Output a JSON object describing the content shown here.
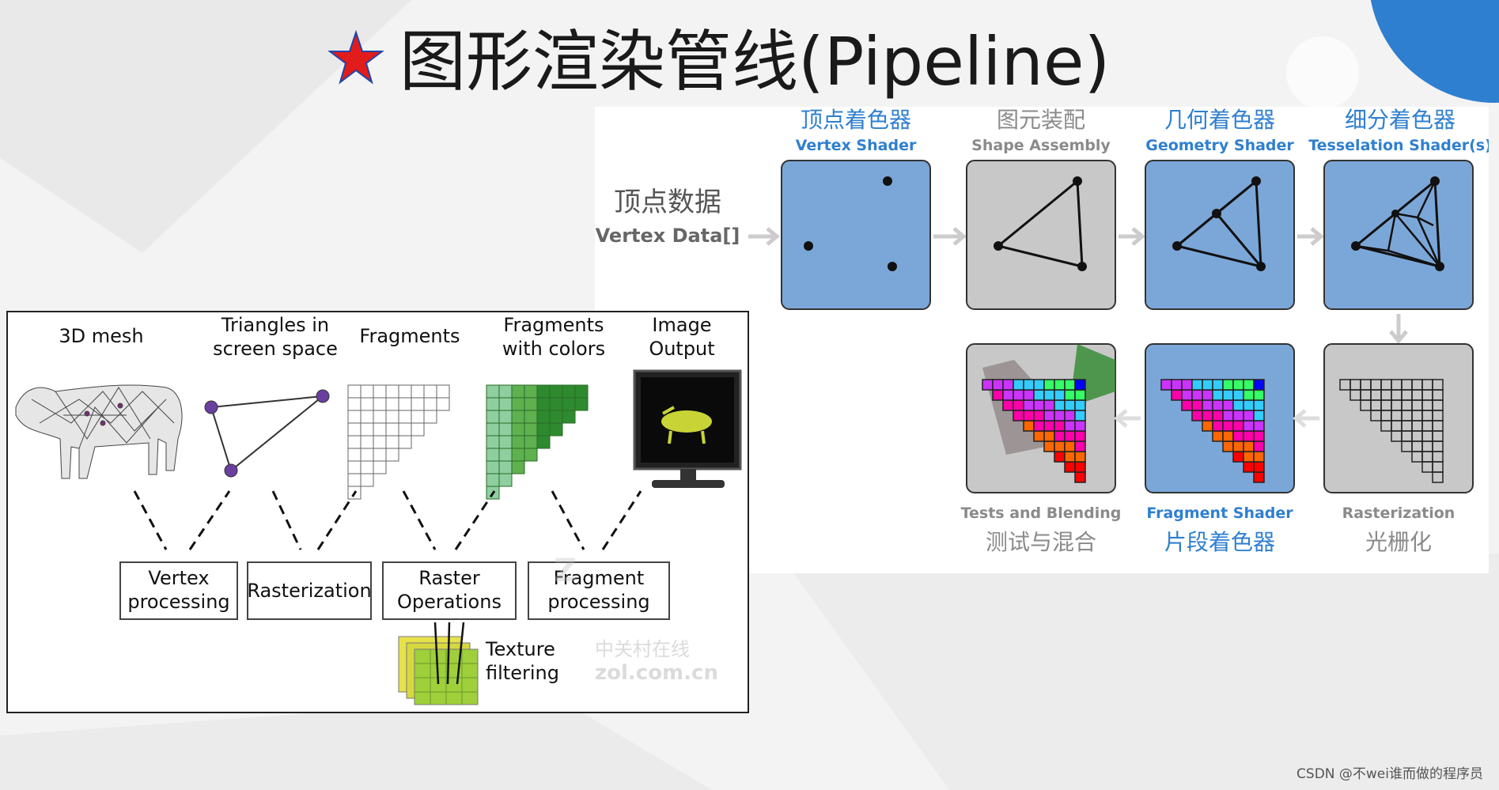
{
  "title": "图形渲染管线(Pipeline)",
  "colors": {
    "accent_star": "#e21b1b",
    "star_outline": "#2244aa",
    "stage_blue": "#7ba7d8",
    "stage_gray": "#c8c8c8",
    "label_blue": "#2f7fd0",
    "label_gray": "#8a8a8a",
    "corner_blue": "#2f7fd0"
  },
  "right": {
    "vertex_data_cn": "顶点数据",
    "vertex_data_en": "Vertex Data[]",
    "stages_top": [
      {
        "cn": "顶点着色器",
        "en": "Vertex Shader"
      },
      {
        "cn": "图元装配",
        "en": "Shape Assembly"
      },
      {
        "cn": "几何着色器",
        "en": "Geometry Shader"
      },
      {
        "cn": "细分着色器",
        "en": "Tesselation Shader(s)"
      }
    ],
    "stages_bottom": [
      {
        "cn": "测试与混合",
        "en": "Tests and Blending"
      },
      {
        "cn": "片段着色器",
        "en": "Fragment Shader"
      },
      {
        "cn": "光栅化",
        "en": "Rasterization"
      }
    ]
  },
  "left": {
    "top_labels": [
      "3D mesh",
      "Triangles in",
      "screen space",
      "Fragments",
      "Fragments",
      "with colors",
      "Image",
      "Output"
    ],
    "boxes": [
      {
        "line1": "Vertex",
        "line2": "processing"
      },
      {
        "line1": "Rasterization",
        "line2": ""
      },
      {
        "line1": "Raster",
        "line2": "Operations"
      },
      {
        "line1": "Fragment",
        "line2": "processing"
      }
    ],
    "texture_line1": "Texture",
    "texture_line2": "filtering",
    "watermark_cn": "中关村在线",
    "watermark_en": "zol.com.cn"
  },
  "footer": "CSDN @不wei谁而做的程序员"
}
